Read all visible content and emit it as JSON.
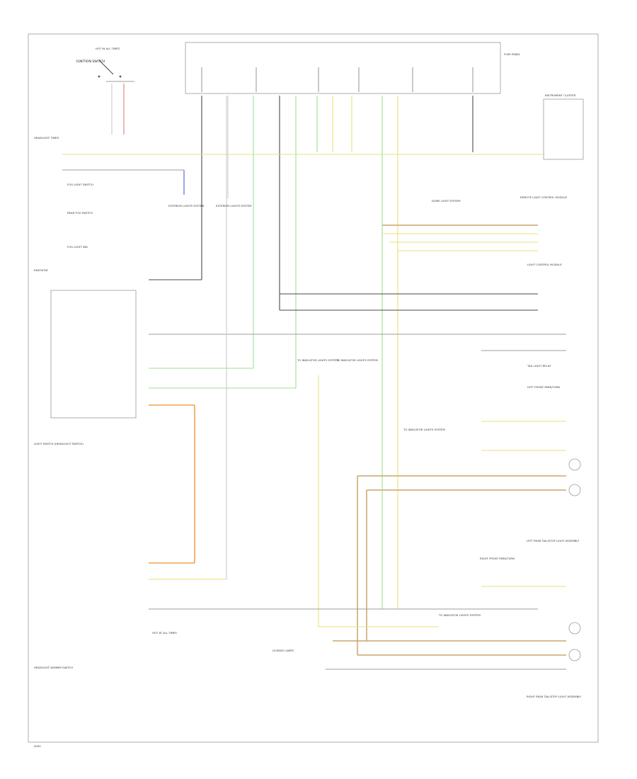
{
  "labels": {
    "ignition_switch": "IGNITION SWITCH",
    "hot_in_all_times": "HOT IN ALL TIMES",
    "fuse_panel": "FUSE PANEL",
    "headlight_timer": "HEADLIGHT TIMER",
    "exterior_lights_a": "EXTERIOR LIGHTS SYSTEM",
    "exterior_lights_b": "EXTERIOR LIGHTS SYSTEM",
    "fog_light_switch": "FOG LIGHT SWITCH",
    "rear_fog_switch": "REAR FOG SWITCH",
    "fog_light_ind": "FOG LIGHT IND",
    "rheostat": "RHEOSTAT",
    "instrument_cluster": "INSTRUMENT CLUSTER",
    "remote_light_control": "REMOTE LIGHT CONTROL MODULE",
    "light_control_module": "LIGHT CONTROL MODULE",
    "tail_light_relay": "TAIL LIGHT RELAY",
    "dome_light_system": "DOME LIGHT SYSTEM",
    "headlight_switch": "LIGHT SWITCH (HEADLIGHT SWITCH)",
    "headlight_dimmer": "HEADLIGHT DIMMER SWITCH",
    "lh_rear_lamp": "LEFT REAR TAIL/STOP LIGHT ASSEMBLY",
    "rh_rear_lamp": "RIGHT REAR TAIL/STOP LIGHT ASSEMBLY",
    "lh_front_park": "LEFT FRONT PARK/TURN",
    "rh_front_park": "RIGHT FRONT PARK/TURN",
    "hot_at_all_times": "HOT AT ALL TIMES",
    "license_lamps": "LICENSE LAMPS",
    "wiring_text_a": "TO INDICATOR LIGHTS SYSTEM",
    "wiring_text_b": "TO INDICATOR LIGHTS SYSTEM",
    "wiring_text_c": "TO INDICATOR LIGHTS SYSTEM",
    "wiring_text_d": "TO INDICATOR LIGHTS SYSTEM",
    "page_id": "0000"
  }
}
